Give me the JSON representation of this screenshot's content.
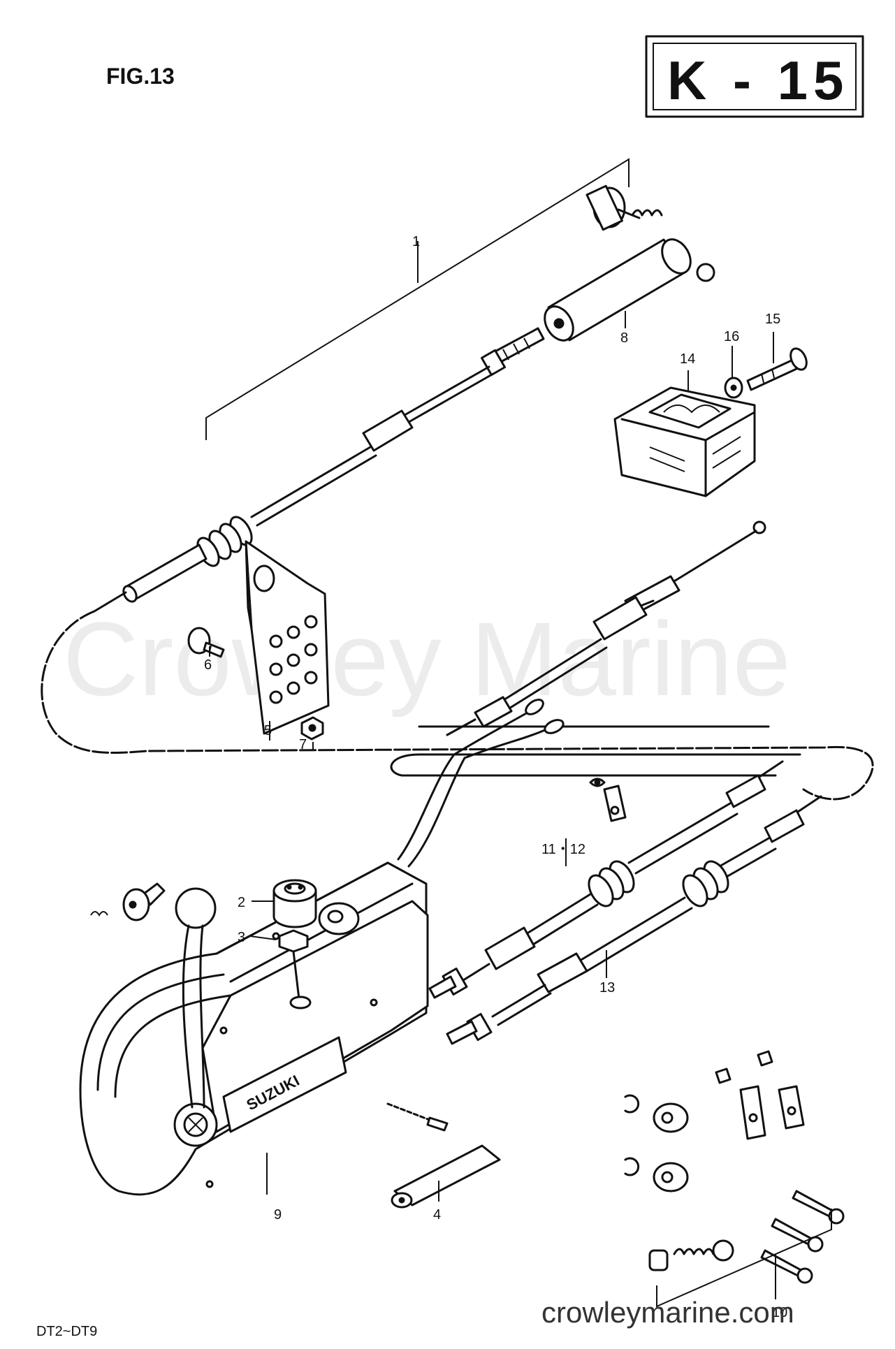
{
  "header": {
    "figure": "FIG.13",
    "code": "K - 15"
  },
  "watermark": "Crowley Marine",
  "brand_plate": "SUZUKI",
  "callouts": [
    {
      "id": "c1",
      "text": "1"
    },
    {
      "id": "c2",
      "text": "2"
    },
    {
      "id": "c3",
      "text": "3"
    },
    {
      "id": "c4",
      "text": "4"
    },
    {
      "id": "c5",
      "text": "5"
    },
    {
      "id": "c6",
      "text": "6"
    },
    {
      "id": "c7",
      "text": "7"
    },
    {
      "id": "c8",
      "text": "8"
    },
    {
      "id": "c9",
      "text": "9"
    },
    {
      "id": "c10",
      "text": "10"
    },
    {
      "id": "c11",
      "text": "11・12"
    },
    {
      "id": "c13",
      "text": "13"
    },
    {
      "id": "c14",
      "text": "14"
    },
    {
      "id": "c15",
      "text": "15"
    },
    {
      "id": "c16",
      "text": "16"
    }
  ],
  "footer": {
    "model": "DT2~DT9",
    "website": "crowleymarine.com"
  }
}
